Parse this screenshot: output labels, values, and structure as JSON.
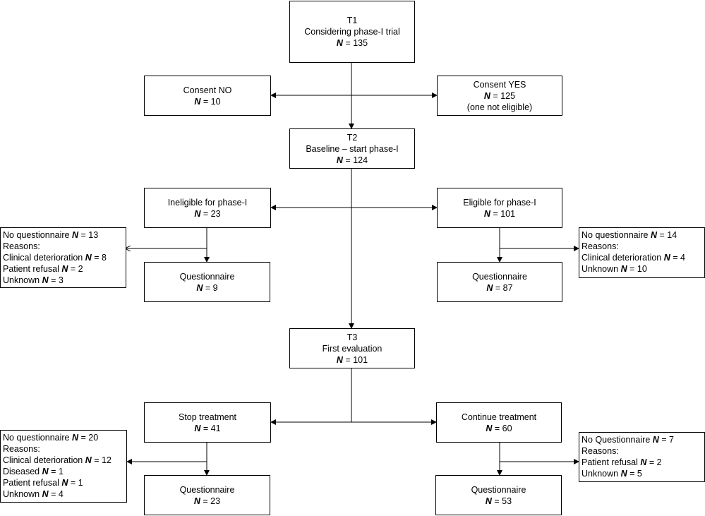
{
  "n_symbol": "N",
  "boxes": {
    "t1": {
      "lines": [
        "T1",
        "Considering phase-I trial"
      ],
      "n": "= 135"
    },
    "consent_no": {
      "lines": [
        "Consent NO"
      ],
      "n": "= 10"
    },
    "consent_yes": {
      "lines": [
        "Consent YES"
      ],
      "n": "= 125",
      "extra": "(one not eligible)"
    },
    "t2": {
      "lines": [
        "T2",
        "Baseline – start phase-I"
      ],
      "n": "= 124"
    },
    "ineligible": {
      "lines": [
        "Ineligible for phase-I"
      ],
      "n": "= 23"
    },
    "eligible": {
      "lines": [
        "Eligible for phase-I"
      ],
      "n": "= 101"
    },
    "q_inelig": {
      "lines": [
        "Questionnaire"
      ],
      "n": "= 9"
    },
    "q_elig": {
      "lines": [
        "Questionnaire"
      ],
      "n": "= 87"
    },
    "t3": {
      "lines": [
        "T3",
        "First evaluation"
      ],
      "n": "= 101"
    },
    "stop": {
      "lines": [
        "Stop treatment"
      ],
      "n": "= 41"
    },
    "cont": {
      "lines": [
        "Continue treatment"
      ],
      "n": "= 60"
    },
    "q_stop": {
      "lines": [
        "Questionnaire"
      ],
      "n": "= 23"
    },
    "q_cont": {
      "lines": [
        "Questionnaire"
      ],
      "n": "= 53"
    }
  },
  "side_notes": {
    "inelig": [
      {
        "pre": "No questionnaire ",
        "n": "= 13"
      },
      {
        "pre": "Reasons:"
      },
      {
        "pre": "Clinical deterioration ",
        "n": "= 8"
      },
      {
        "pre": "Patient refusal ",
        "n": "= 2"
      },
      {
        "pre": "Unknown ",
        "n": "= 3"
      }
    ],
    "elig": [
      {
        "pre": "No questionnaire ",
        "n": "= 14"
      },
      {
        "pre": "Reasons:"
      },
      {
        "pre": "Clinical deterioration ",
        "n": "= 4"
      },
      {
        "pre": "Unknown ",
        "n": "= 10"
      }
    ],
    "stop": [
      {
        "pre": "No questionnaire ",
        "n": "= 20"
      },
      {
        "pre": "Reasons:"
      },
      {
        "pre": "Clinical deterioration ",
        "n": "= 12"
      },
      {
        "pre": "Diseased ",
        "n": "= 1"
      },
      {
        "pre": "Patient refusal ",
        "n": "= 1"
      },
      {
        "pre": "Unknown ",
        "n": "= 4"
      }
    ],
    "cont": [
      {
        "pre": "No Questionnaire ",
        "n": "= 7"
      },
      {
        "pre": "Reasons:"
      },
      {
        "pre": "Patient refusal ",
        "n": "= 2"
      },
      {
        "pre": "Unknown ",
        "n": "= 5"
      }
    ]
  }
}
